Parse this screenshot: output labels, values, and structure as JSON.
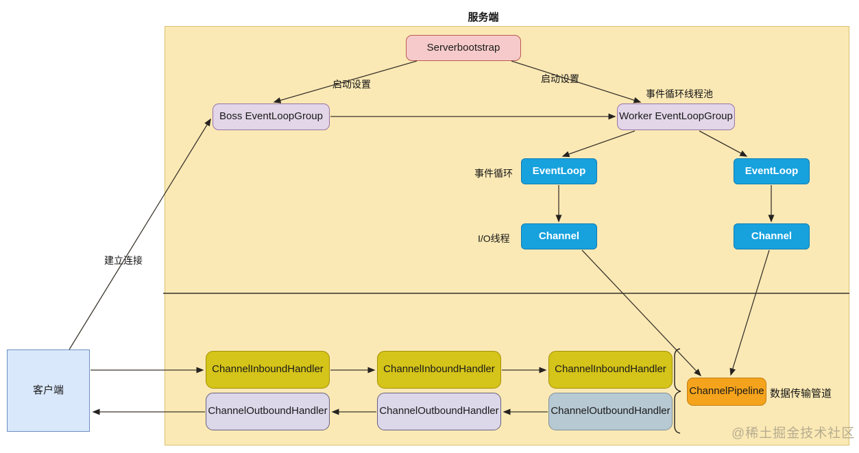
{
  "title": "服务端",
  "nodes": {
    "serverbootstrap": "Serverbootstrap",
    "boss_event_loop_group": "Boss EventLoopGroup",
    "worker_event_loop_group": "Worker EventLoopGroup",
    "event_loop": "EventLoop",
    "channel": "Channel",
    "channel_pipeline": "ChannelPipeline",
    "client": "客户端"
  },
  "handlers": {
    "inbound": [
      "ChannelInboundHandler",
      "ChannelInboundHandler",
      "ChannelInboundHandler"
    ],
    "outbound": [
      "ChannelOutboundHandler",
      "ChannelOutboundHandler",
      "ChannelOutboundHandler"
    ]
  },
  "labels": {
    "startup_left": "启动设置",
    "startup_right": "启动设置",
    "event_loop_pool": "事件循环线程池",
    "event_loop": "事件循环",
    "io_thread": "I/O线程",
    "establish_connection": "建立连接",
    "data_pipe": "数据传输管道"
  },
  "watermark": "@稀土掘金技术社区",
  "colors": {
    "region_bg": "#fbe9b5",
    "region_border": "#d9c06a",
    "serverbootstrap_fill": "#f6caca",
    "serverbootstrap_border": "#bb5a55",
    "group_fill": "#e2d6e8",
    "group_border": "#9673a6",
    "blue_fill": "#17a2de",
    "client_fill": "#dae8fc",
    "client_border": "#6c8ebf",
    "inbound_fill": "#d5c419",
    "outbound_fill": "#dcd7e9",
    "outbound_gray_fill": "#b7c9d3",
    "pipeline_fill": "#f5a31c",
    "arrow": "#38322a"
  }
}
